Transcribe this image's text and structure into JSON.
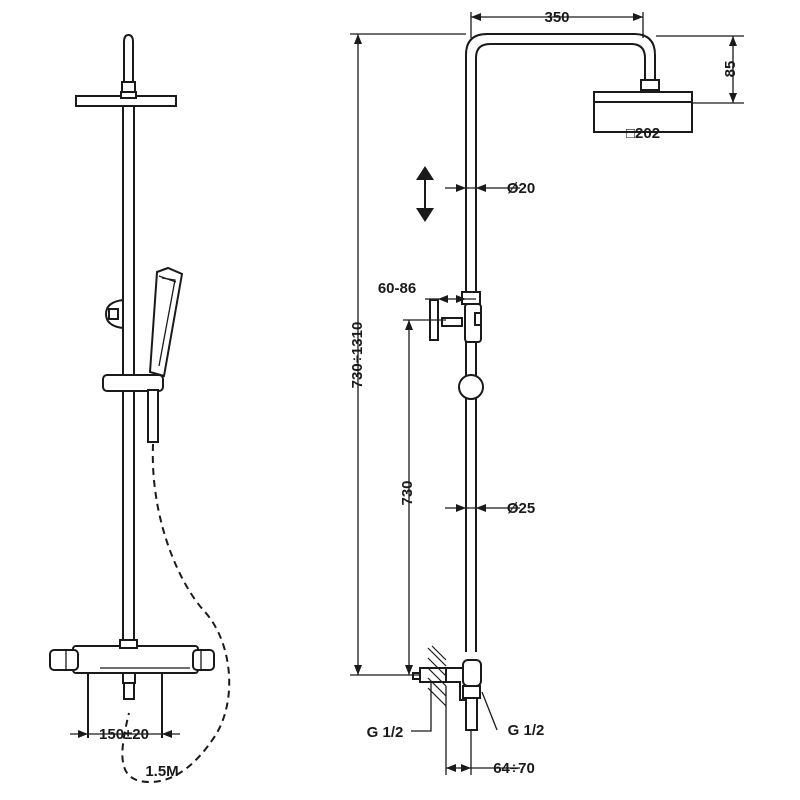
{
  "labels": {
    "top_width": "350",
    "head_height": "85",
    "head_size": "□202",
    "upper_pipe_dia": "Ø20",
    "bracket_range": "60-86",
    "total_height": "730÷1310",
    "lower_height": "730",
    "lower_pipe_dia": "Ø25",
    "inlet_left": "G 1/2",
    "inlet_right": "G 1/2",
    "inlet_spacing": "64÷70",
    "mixer_spacing": "150±20",
    "hose_length": "1.5M"
  }
}
